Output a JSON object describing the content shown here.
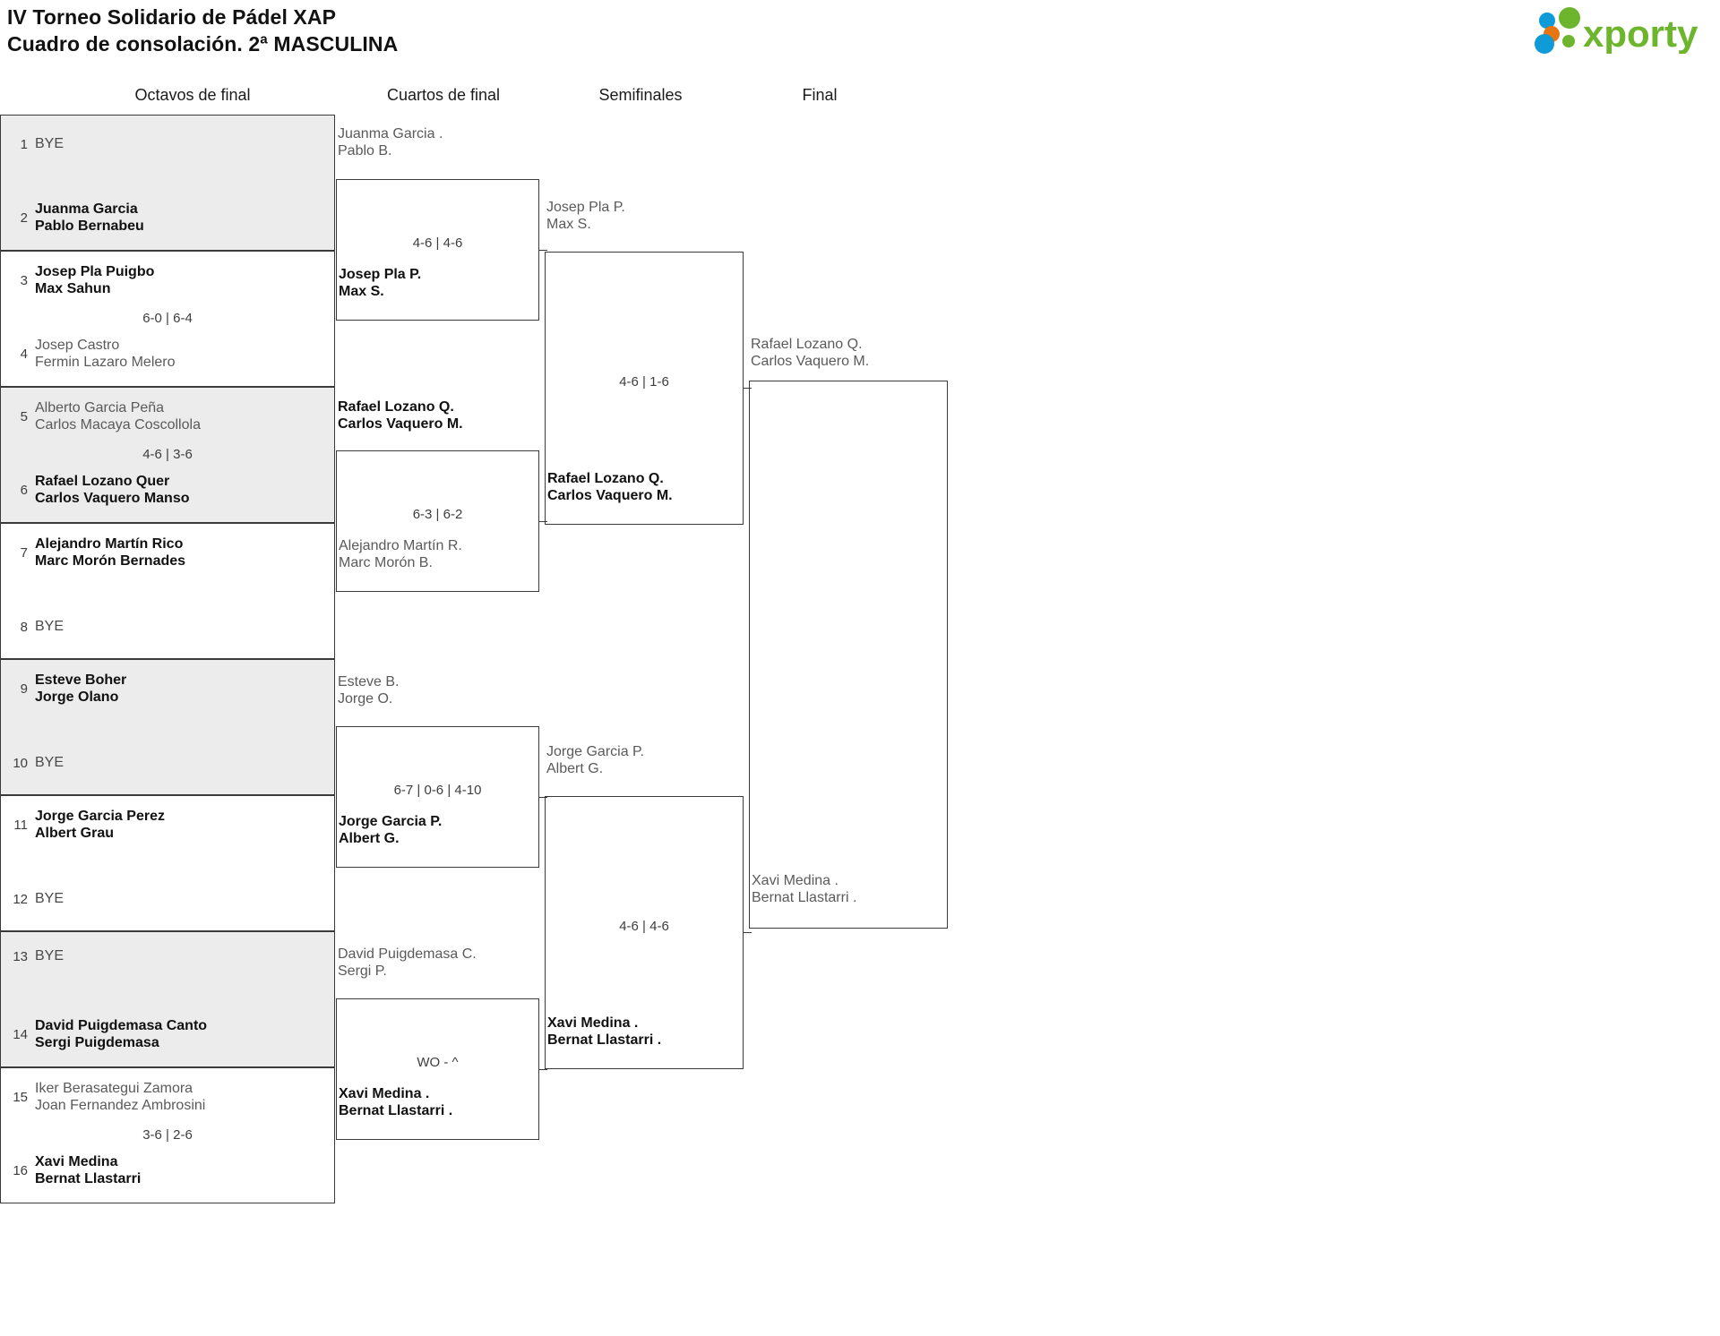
{
  "header": {
    "title_line1": "IV Torneo Solidario de Pádel XAP",
    "title_line2": "Cuadro de consolación. 2ª MASCULINA",
    "logo_text": "xporty",
    "logo_colors": {
      "green": "#6cb52d",
      "blue": "#0f9bd7",
      "orange": "#e87511"
    }
  },
  "rounds": [
    {
      "id": "octavos",
      "label": "Octavos de final"
    },
    {
      "id": "cuartos",
      "label": "Cuartos de final"
    },
    {
      "id": "semis",
      "label": "Semifinales"
    },
    {
      "id": "final",
      "label": "Final"
    }
  ],
  "round1": {
    "matches": [
      {
        "shaded": true,
        "top": {
          "seed": "1",
          "bye": true,
          "label": "BYE",
          "p1": "",
          "p2": "",
          "winner": false
        },
        "bottom": {
          "seed": "2",
          "bye": false,
          "label": "",
          "p1": "Juanma Garcia",
          "p2": "Pablo Bernabeu",
          "winner": true
        },
        "score": ""
      },
      {
        "shaded": false,
        "top": {
          "seed": "3",
          "bye": false,
          "label": "",
          "p1": "Josep Pla Puigbo",
          "p2": "Max Sahun",
          "winner": true
        },
        "bottom": {
          "seed": "4",
          "bye": false,
          "label": "",
          "p1": "Josep Castro",
          "p2": "Fermin Lazaro Melero",
          "winner": false
        },
        "score": "6-0 | 6-4"
      },
      {
        "shaded": true,
        "top": {
          "seed": "5",
          "bye": false,
          "label": "",
          "p1": "Alberto Garcia Peña",
          "p2": "Carlos Macaya Coscollola",
          "winner": false
        },
        "bottom": {
          "seed": "6",
          "bye": false,
          "label": "",
          "p1": "Rafael Lozano Quer",
          "p2": "Carlos Vaquero Manso",
          "winner": true
        },
        "score": "4-6 | 3-6"
      },
      {
        "shaded": false,
        "top": {
          "seed": "7",
          "bye": false,
          "label": "",
          "p1": "Alejandro Martín Rico",
          "p2": "Marc Morón Bernades",
          "winner": true
        },
        "bottom": {
          "seed": "8",
          "bye": true,
          "label": "BYE",
          "p1": "",
          "p2": "",
          "winner": false
        },
        "score": ""
      },
      {
        "shaded": true,
        "top": {
          "seed": "9",
          "bye": false,
          "label": "",
          "p1": "Esteve Boher",
          "p2": "Jorge Olano",
          "winner": true
        },
        "bottom": {
          "seed": "10",
          "bye": true,
          "label": "BYE",
          "p1": "",
          "p2": "",
          "winner": false
        },
        "score": ""
      },
      {
        "shaded": false,
        "top": {
          "seed": "11",
          "bye": false,
          "label": "",
          "p1": "Jorge Garcia Perez",
          "p2": "Albert Grau",
          "winner": true
        },
        "bottom": {
          "seed": "12",
          "bye": true,
          "label": "BYE",
          "p1": "",
          "p2": "",
          "winner": false
        },
        "score": ""
      },
      {
        "shaded": true,
        "top": {
          "seed": "13",
          "bye": true,
          "label": "BYE",
          "p1": "",
          "p2": "",
          "winner": false
        },
        "bottom": {
          "seed": "14",
          "bye": false,
          "label": "",
          "p1": "David Puigdemasa Canto",
          "p2": "Sergi Puigdemasa",
          "winner": true
        },
        "score": ""
      },
      {
        "shaded": false,
        "top": {
          "seed": "15",
          "bye": false,
          "label": "",
          "p1": "Iker Berasategui Zamora",
          "p2": "Joan Fernandez Ambrosini",
          "winner": false
        },
        "bottom": {
          "seed": "16",
          "bye": false,
          "label": "",
          "p1": "Xavi Medina",
          "p2": "Bernat Llastarri",
          "winner": true
        },
        "score": "3-6 | 2-6"
      }
    ]
  },
  "round2": {
    "matches": [
      {
        "top": {
          "p1": "Juanma Garcia .",
          "p2": "Pablo B.",
          "winner": false
        },
        "bottom": {
          "p1": "Josep Pla P.",
          "p2": "Max S.",
          "winner": true
        },
        "score": "4-6 | 4-6"
      },
      {
        "top": {
          "p1": "Rafael Lozano Q.",
          "p2": "Carlos Vaquero M.",
          "winner": true
        },
        "bottom": {
          "p1": "Alejandro Martín R.",
          "p2": "Marc Morón B.",
          "winner": false
        },
        "score": "6-3 | 6-2"
      },
      {
        "top": {
          "p1": "Esteve B.",
          "p2": "Jorge O.",
          "winner": false
        },
        "bottom": {
          "p1": "Jorge Garcia P.",
          "p2": "Albert G.",
          "winner": true
        },
        "score": "6-7 | 0-6 | 4-10"
      },
      {
        "top": {
          "p1": "David Puigdemasa C.",
          "p2": "Sergi P.",
          "winner": false
        },
        "bottom": {
          "p1": "Xavi Medina .",
          "p2": "Bernat Llastarri .",
          "winner": true
        },
        "score": "WO - ^"
      }
    ]
  },
  "round3": {
    "matches": [
      {
        "top": {
          "p1": "Josep Pla P.",
          "p2": "Max S.",
          "winner": false
        },
        "bottom": {
          "p1": "Rafael Lozano Q.",
          "p2": "Carlos Vaquero M.",
          "winner": true
        },
        "score": "4-6 | 1-6"
      },
      {
        "top": {
          "p1": "Jorge Garcia P.",
          "p2": "Albert G.",
          "winner": false
        },
        "bottom": {
          "p1": "Xavi Medina .",
          "p2": "Bernat Llastarri .",
          "winner": true
        },
        "score": "4-6 | 4-6"
      }
    ]
  },
  "round4": {
    "matches": [
      {
        "top": {
          "p1": "Rafael Lozano Q.",
          "p2": "Carlos Vaquero M.",
          "winner": false
        },
        "bottom": {
          "p1": "Xavi Medina .",
          "p2": "Bernat Llastarri .",
          "winner": false
        },
        "score": ""
      }
    ]
  }
}
